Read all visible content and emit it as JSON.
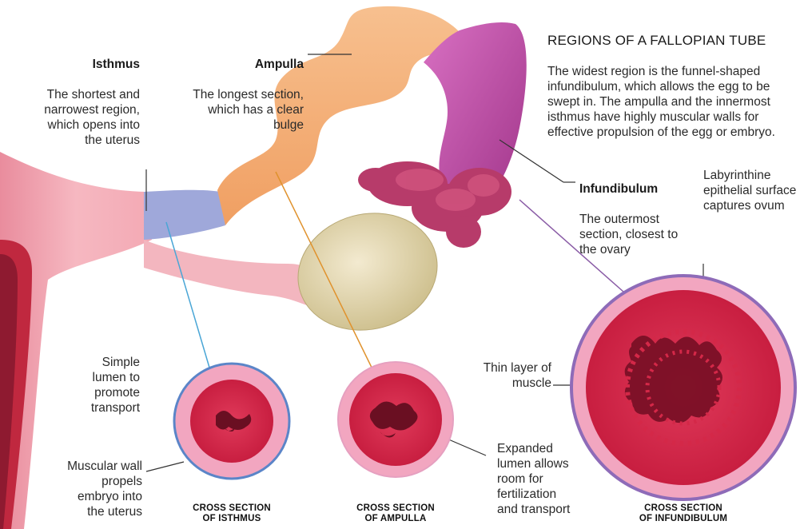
{
  "header": {
    "title": "REGIONS OF A FALLOPIAN TUBE",
    "body": "The widest region is the funnel-shaped infundibulum, which allows the egg to be swept in. The ampulla and the innermost isthmus have highly muscular walls for effective propulsion of the egg or embryo."
  },
  "isthmus": {
    "title": "Isthmus",
    "desc": "The shortest and narrowest region, which opens into the uterus"
  },
  "ampulla": {
    "title": "Ampulla",
    "desc": "The longest section, which has a clear bulge"
  },
  "infundibulum": {
    "title": "Infundibulum",
    "desc": "The outermost section, closest to the ovary"
  },
  "callouts": {
    "labyrinthine": "Labyrinthine epithelial surface captures ovum",
    "simple_lumen": "Simple lumen to promote transport",
    "muscular_wall": "Muscular wall propels embryo into the uterus",
    "thin_layer": "Thin layer of muscle",
    "expanded_lumen": "Expanded lumen allows room for fertilization and transport"
  },
  "captions": {
    "isthmus_line1": "CROSS SECTION",
    "isthmus_line2": "OF ISTHMUS",
    "ampulla_line1": "CROSS SECTION",
    "ampulla_line2": "OF AMPULLA",
    "infundibulum_line1": "CROSS SECTION",
    "infundibulum_line2": "OF INFUNDIBULUM"
  },
  "colors": {
    "isthmus": "#9fa8da",
    "ampulla": "#f6b67e",
    "infundibulum": "#b8479f",
    "fimbriae": "#b73b6a",
    "ovary": "#e3d9ae",
    "uterus": "#f1a5b0",
    "tissue_red": "#d42848",
    "cross_isthmus_line": "#4aa6d6",
    "cross_ampulla_line": "#e0922d",
    "cross_infund_line": "#8a5ca6"
  }
}
